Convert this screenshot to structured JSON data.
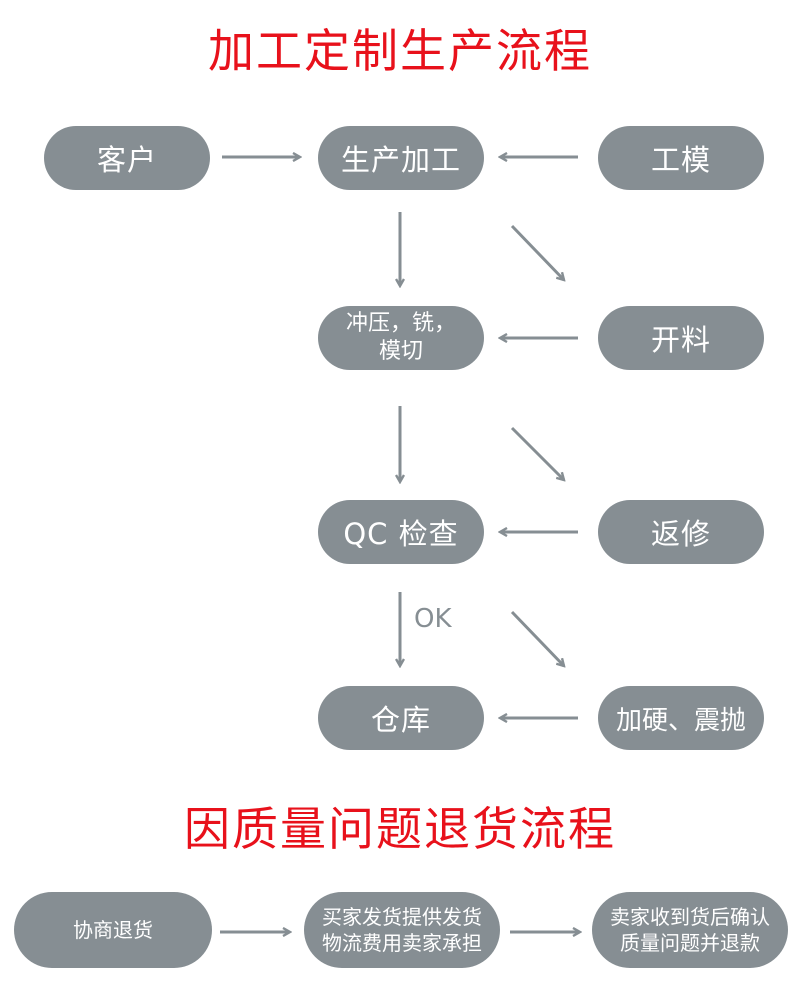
{
  "titles": {
    "custom_process": "加工定制生产流程",
    "return_process": "因质量问题退货流程"
  },
  "nodes": {
    "customer": "客户",
    "production": "生产加工",
    "tooling": "工模",
    "stamping_line1": "冲压，铣，",
    "stamping_line2": "模切",
    "cutting": "开料",
    "qc": "QC 检查",
    "rework": "返修",
    "warehouse": "仓库",
    "hardening": "加硬、震抛"
  },
  "edge_labels": {
    "ok": "OK"
  },
  "return_nodes": {
    "negotiate": "协商退货",
    "buyer_ship_line1": "买家发货提供发货",
    "buyer_ship_line2": "物流费用卖家承担",
    "seller_refund_line1": "卖家收到货后确认",
    "seller_refund_line2": "质量问题并退款"
  },
  "colors": {
    "title": "#e8111b",
    "node_fill": "#868e93",
    "node_text": "#ffffff",
    "arrow": "#868e93"
  }
}
